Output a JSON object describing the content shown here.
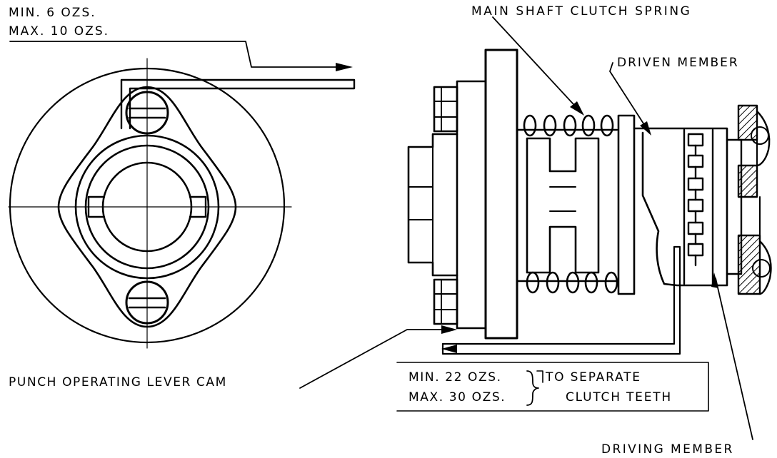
{
  "labels": {
    "min_6": "MIN. 6 OZS.",
    "max_10": "MAX. 10 OZS.",
    "main_shaft_spring": "MAIN SHAFT CLUTCH SPRING",
    "driven_member": "DRIVEN MEMBER",
    "punch_cam": "PUNCH OPERATING LEVER CAM",
    "min_22": "MIN. 22 OZS.",
    "max_30": "MAX. 30 OZS.",
    "to_separate": "TO SEPARATE",
    "clutch_teeth": "CLUTCH TEETH",
    "driving_member": "DRIVING MEMBER"
  },
  "colors": {
    "ink": "#000000",
    "paper": "#ffffff"
  }
}
